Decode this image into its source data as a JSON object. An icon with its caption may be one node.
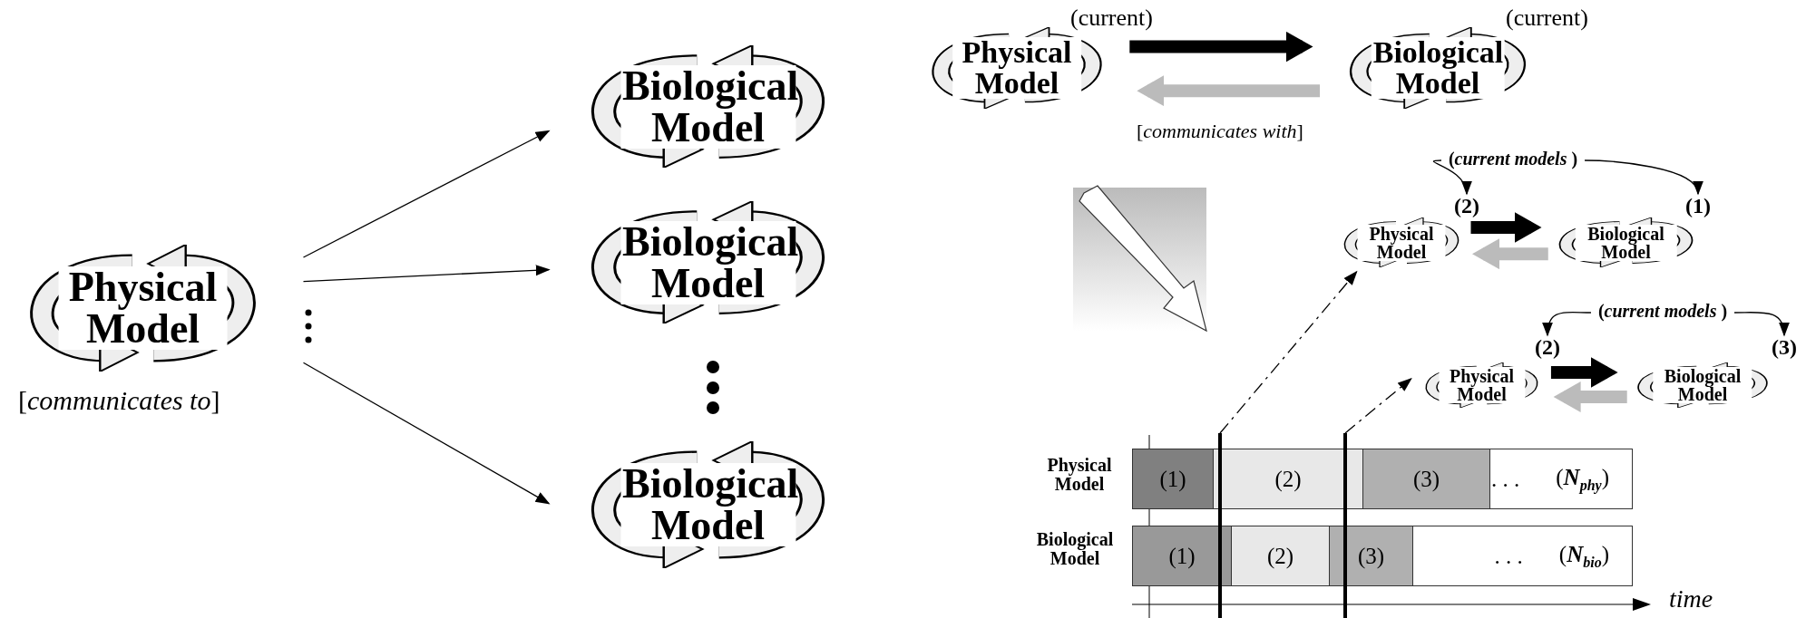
{
  "diagram": {
    "nodes": [
      {
        "text": [
          "Physical Model"
        ],
        "beside": [
          "[*communicates to*]"
        ]
      },
      {
        "text": [
          "Biological Model"
        ]
      },
      {
        "text": [
          "Biological Model"
        ]
      },
      {
        "text": [
          "Biological Model"
        ]
      },
      {
        "text": [
          "Physical Model"
        ],
        "beside": [
          "(current)"
        ]
      },
      {
        "text": [
          "Biological Model"
        ],
        "beside": [
          "(current)"
        ]
      },
      {
        "text": [
          "Physical Model"
        ]
      },
      {
        "text": [
          "Biological Model"
        ]
      },
      {
        "text": [
          "(*current models* )"
        ]
      },
      {
        "text": [
          "(2)"
        ]
      },
      {
        "text": [
          "(1)"
        ]
      },
      {
        "text": [
          "Physical Model"
        ]
      },
      {
        "text": [
          "Biological Model"
        ]
      },
      {
        "text": [
          "(*current models* )"
        ]
      },
      {
        "text": [
          "(2)"
        ]
      },
      {
        "text": [
          "(3)"
        ]
      },
      {
        "text": [
          "(1)"
        ]
      },
      {
        "text": [
          "(2)"
        ]
      },
      {
        "text": [
          "(3)"
        ]
      },
      {
        "text": [
          ". . .",
          "(**N**$_{phy}$)"
        ]
      },
      {
        "text": [
          "(1)"
        ]
      },
      {
        "text": [
          "(2)"
        ]
      },
      {
        "text": [
          "(3)"
        ]
      },
      {
        "text": [
          ". . .",
          "(**N**$_{bio}$)"
        ]
      },
      {
        "text": [],
        "shape": "bar"
      },
      {
        "text": [],
        "shape": "bar"
      }
    ],
    "edges": [
      {
        "from": 0,
        "to": 1,
        "arrow": "to"
      },
      {
        "from": 0,
        "to": 2,
        "arrow": "to"
      },
      {
        "from": 0,
        "to": 3,
        "arrow": "to"
      },
      {
        "from": 4,
        "to": 5,
        "arrow": "to",
        "style": "thick"
      },
      {
        "from": 5,
        "to": 4,
        "arrow": "to",
        "style": "thick",
        "color": "#bbbbbb",
        "label": "[*communicates with*]"
      },
      {
        "from": 6,
        "to": 7,
        "arrow": "to",
        "style": "thick"
      },
      {
        "from": 7,
        "to": 6,
        "arrow": "to",
        "style": "thick",
        "color": "#bbbbbb"
      },
      {
        "from": 8,
        "to": 9,
        "arrow": "to"
      },
      {
        "from": 8,
        "to": 10,
        "arrow": "to"
      },
      {
        "from": 11,
        "to": 12,
        "arrow": "to",
        "style": "thick"
      },
      {
        "from": 12,
        "to": 11,
        "arrow": "to",
        "style": "thick",
        "color": "#bbbbbb"
      },
      {
        "from": 13,
        "to": 14,
        "arrow": "to"
      },
      {
        "from": 13,
        "to": 15,
        "arrow": "to"
      },
      {
        "from": 24,
        "to": 6,
        "arrow": "to",
        "style": "dashed"
      },
      {
        "from": 25,
        "to": 11,
        "arrow": "to",
        "style": "dashed"
      }
    ],
    "labels": [
      "Physical Model",
      "Biological Model",
      "time"
    ]
  }
}
